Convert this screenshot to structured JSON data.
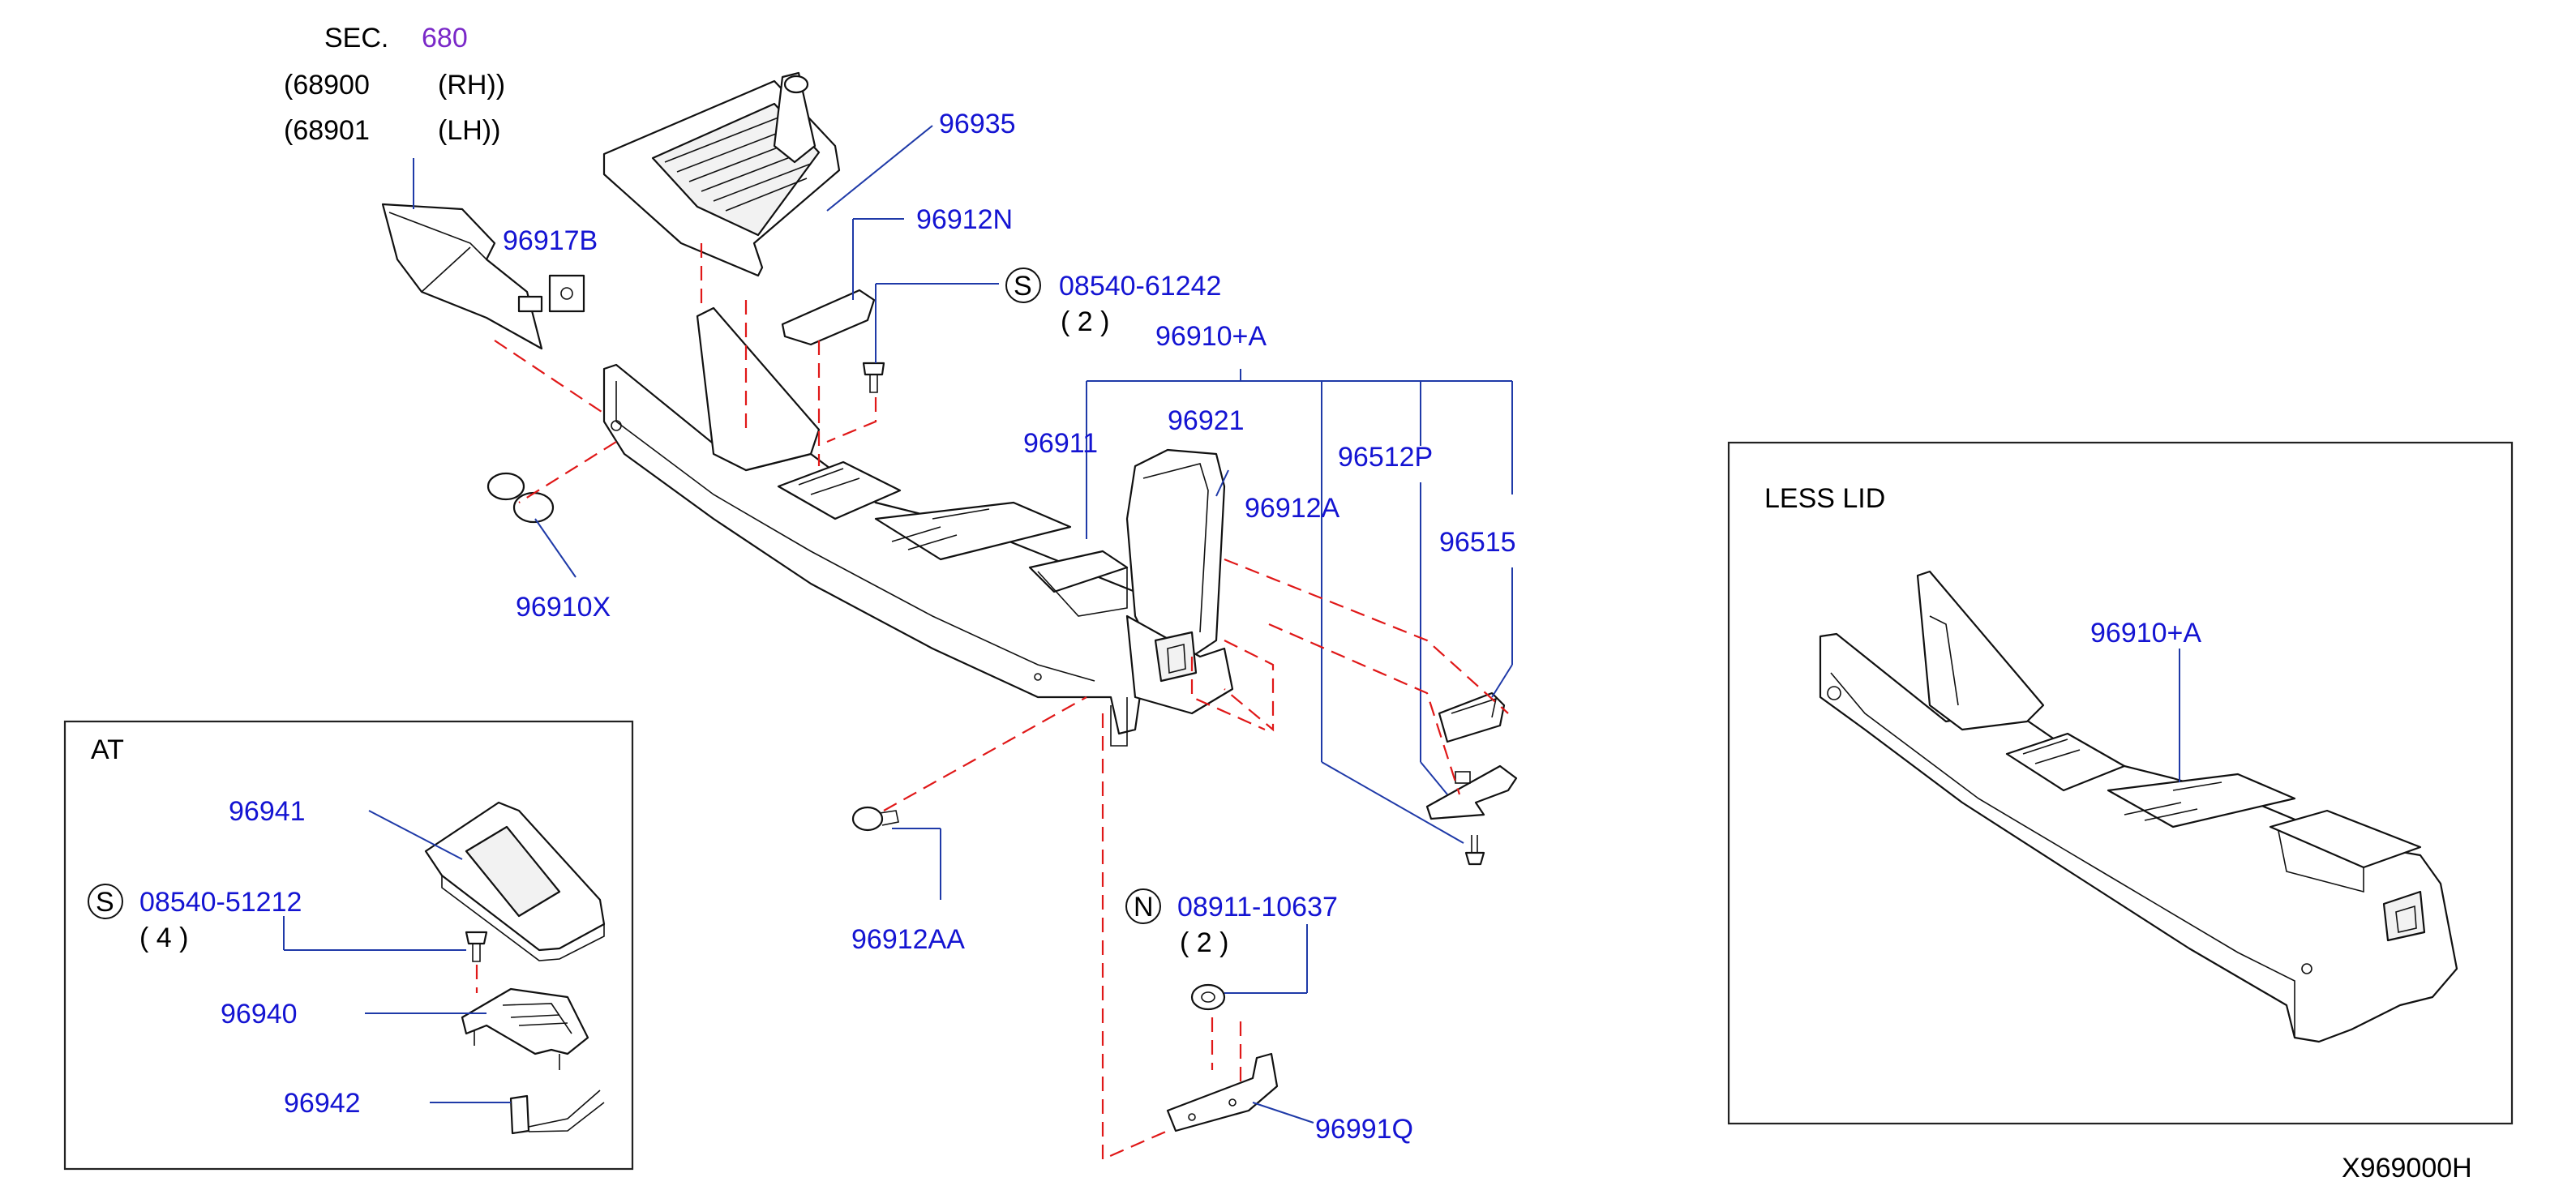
{
  "section_ref": {
    "sec_label": "SEC.",
    "sec_number": "680",
    "line_rh_code": "(68900",
    "line_rh_side": "(RH))",
    "line_lh_code": "(68901",
    "line_lh_side": "(LH))"
  },
  "callouts": {
    "p96935": "96935",
    "p96912N": "96912N",
    "p96917B": "96917B",
    "bolt_symbol": "S",
    "bolt_08540_61242": "08540-61242",
    "bolt_qty_2": "( 2 )",
    "p96910A": "96910+A",
    "p96911": "96911",
    "p96921": "96921",
    "p96512P": "96512P",
    "p96912A": "96912A",
    "p96515": "96515",
    "p96910X_partial": "96910X",
    "p96912AA": "96912AA",
    "nut_symbol": "N",
    "nut_08911_10637": "08911-10637",
    "nut_qty_2": "( 2 )",
    "p96991Q": "96991Q"
  },
  "at_inset": {
    "title": "AT",
    "p96941": "96941",
    "bolt_symbol": "S",
    "bolt_08540_51212": "08540-51212",
    "bolt_qty_4": "( 4 )",
    "p96940": "96940",
    "p96942": "96942"
  },
  "less_lid_inset": {
    "title": "LESS LID",
    "p96910A_partial": "96910+A"
  },
  "diagram_code": "X969000H",
  "colors": {
    "part_number": "#1414d2",
    "section_number": "#7a28c8",
    "leader_line": "#1f3aa8",
    "hidden_line": "#e01818"
  }
}
